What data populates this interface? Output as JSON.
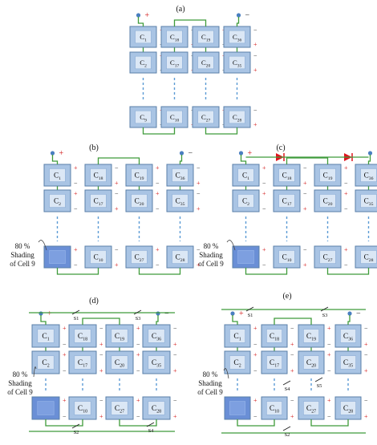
{
  "panels": [
    {
      "id": "a",
      "label": "(a)",
      "rows": [
        [
          "C1",
          "C18",
          "C19",
          "C36"
        ],
        [
          "C2",
          "C17",
          "C20",
          "C35"
        ],
        [
          "C9",
          "C10",
          "C27",
          "C28"
        ]
      ]
    },
    {
      "id": "b",
      "label": "(b)",
      "rows": [
        [
          "C1",
          "C18",
          "C19",
          "C36"
        ],
        [
          "C2",
          "C17",
          "C20",
          "C35"
        ],
        [
          "",
          "C10",
          "C27",
          "C28"
        ]
      ]
    },
    {
      "id": "c",
      "label": "(c)",
      "rows": [
        [
          "C1",
          "C18",
          "C19",
          "C36"
        ],
        [
          "C2",
          "C17",
          "C20",
          "C35"
        ],
        [
          "",
          "C10",
          "C27",
          "C28"
        ]
      ]
    },
    {
      "id": "d",
      "label": "(d)",
      "rows": [
        [
          "C1",
          "C18",
          "C19",
          "C36"
        ],
        [
          "C2",
          "C17",
          "C20",
          "C35"
        ],
        [
          "",
          "C10",
          "C27",
          "C28"
        ]
      ]
    },
    {
      "id": "e",
      "label": "(e)",
      "rows": [
        [
          "C1",
          "C18",
          "C19",
          "C36"
        ],
        [
          "C2",
          "C17",
          "C20",
          "C35"
        ],
        [
          "",
          "C10",
          "C27",
          "C28"
        ]
      ]
    }
  ],
  "shading_label_pct": "80 %",
  "shading_label_line2": "Shading",
  "shading_label_line3": "of Cell 9",
  "switch_labels_d": [
    "S1",
    "S2",
    "S3",
    "S4"
  ],
  "switch_labels_e": [
    "S1",
    "S2",
    "S3",
    "S4",
    "S5"
  ],
  "plus_sign": "+",
  "minus_sign": "−",
  "colors": {
    "cell_fill": "#a9c4e4",
    "cell_stroke": "#5a7fa8",
    "inner_fill": "#dbe7f5",
    "shaded_fill": "#6a8fd6",
    "wire": "#3f9b3a",
    "plus": "#d42020",
    "minus": "#1a1a1a",
    "diode": "#e0141e",
    "dashes": "#5b9bd5",
    "terminal": "#4a7fc0"
  }
}
